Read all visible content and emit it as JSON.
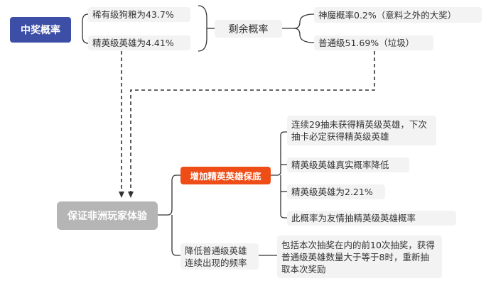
{
  "nodes": {
    "win_prob": "中奖概率",
    "rare_dog_food": "稀有级狗粮为43.7%",
    "elite_hero_441": "精英级英雄为4.41%",
    "remaining_prob": "剩余概率",
    "god_prob": "神魔概率0.2%（意料之外的大奖）",
    "normal_prob": "普通级51.69%（垃圾）",
    "guarantee_player": "保证非洲玩家体验",
    "increase_elite": "增加精英英雄保底",
    "pity_rule": "连续29抽未获得精英级英雄，下次抽卡必定获得精英级英雄",
    "elite_real_lower": "精英级英雄真实概率降低",
    "elite_221": "精英级英雄为2.21%",
    "friendship_prob": "此概率为友情抽精英级英雄概率",
    "reduce_normal": "降低普通级英雄连续出现的频率",
    "redraw_rule": "包括本次抽奖在内的前10次抽奖，获得普通级英雄数量大于等于8时，重新抽取本次奖励"
  },
  "colors": {
    "primary_blue": "#3d4ea6",
    "accent_orange": "#ee4d17",
    "root_gray": "#b5b5b5",
    "node_bg": "#f3f3f3",
    "line": "#333333"
  }
}
